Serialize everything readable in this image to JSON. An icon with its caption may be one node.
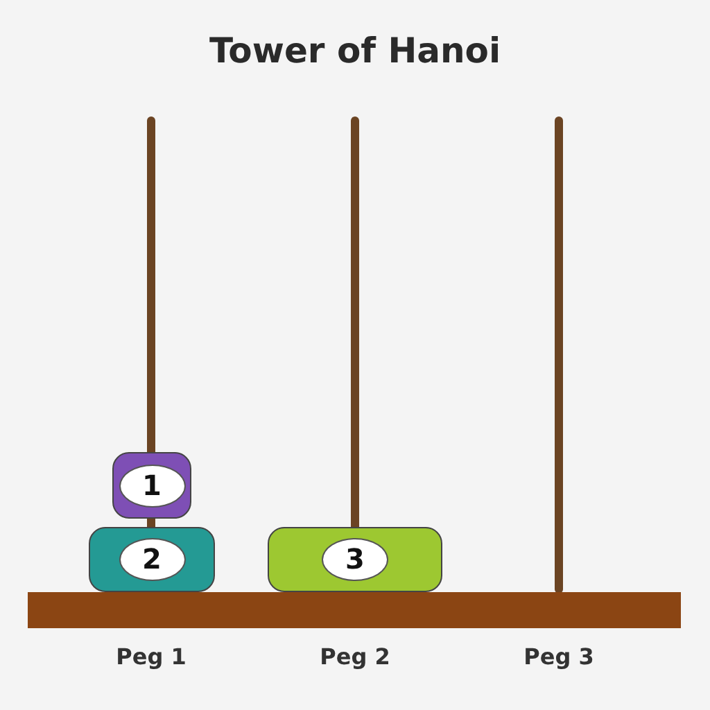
{
  "diagram": {
    "title": "Tower of Hanoi",
    "nodes": [
      {
        "text": [
          "1"
        ]
      },
      {
        "text": [
          "2"
        ]
      },
      {
        "text": [
          "3"
        ]
      }
    ],
    "labels": [
      "Peg 1",
      "Peg 2",
      "Peg 3"
    ]
  }
}
